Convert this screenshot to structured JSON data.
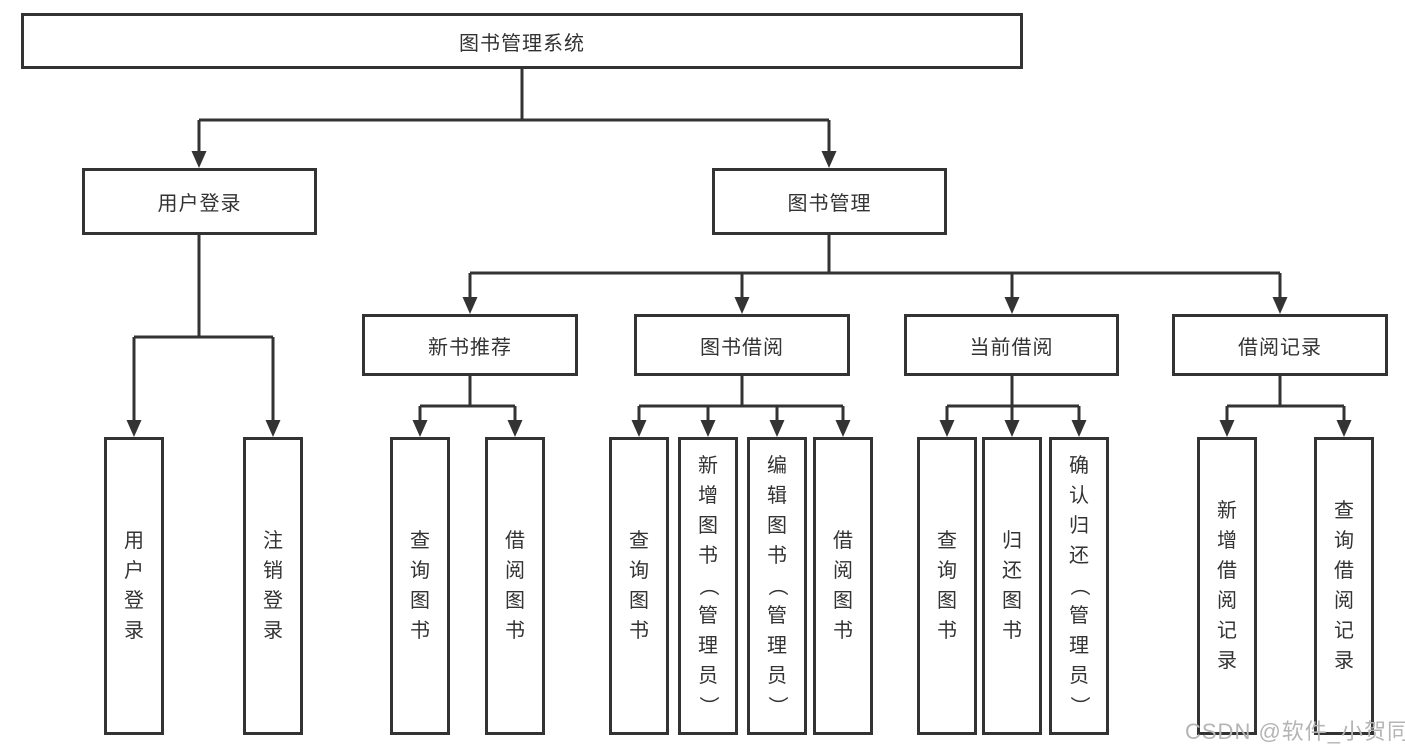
{
  "colors": {
    "line": "#333333",
    "box_border": "#333333",
    "box_background": "#ffffff",
    "text": "#333333",
    "watermark": "#b5b5b5",
    "page_background": "#ffffff"
  },
  "watermark": "CSDN @软件_小贺同学",
  "diagram": {
    "root": {
      "label": "图书管理系统"
    },
    "branches": [
      {
        "label": "用户登录",
        "children": [
          {
            "label": "用户登录"
          },
          {
            "label": "注销登录"
          }
        ]
      },
      {
        "label": "图书管理",
        "groups": [
          {
            "label": "新书推荐",
            "children": [
              {
                "label": "查询图书"
              },
              {
                "label": "借阅图书"
              }
            ]
          },
          {
            "label": "图书借阅",
            "children": [
              {
                "label": "查询图书"
              },
              {
                "label": "新增图书（管理员）"
              },
              {
                "label": "编辑图书（管理员）"
              },
              {
                "label": "借阅图书"
              }
            ]
          },
          {
            "label": "当前借阅",
            "children": [
              {
                "label": "查询图书"
              },
              {
                "label": "归还图书"
              },
              {
                "label": "确认归还（管理员）"
              }
            ]
          },
          {
            "label": "借阅记录",
            "children": [
              {
                "label": "新增借阅记录"
              },
              {
                "label": "查询借阅记录"
              }
            ]
          }
        ]
      }
    ]
  }
}
